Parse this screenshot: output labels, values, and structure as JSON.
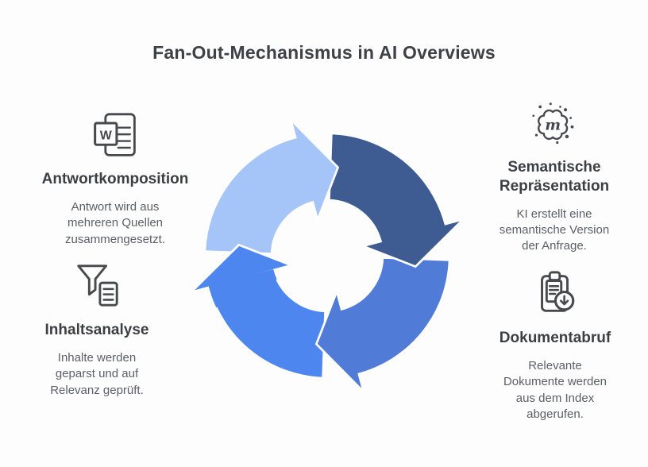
{
  "title": "Fan-Out-Mechanismus in AI Overviews",
  "background": "#fdfdfd",
  "text_colors": {
    "title": "#3e4247",
    "heading": "#3c4043",
    "body": "#5b6067",
    "icon_stroke": "#47494d"
  },
  "cycle": {
    "type": "cycle-diagram",
    "direction": "clockwise",
    "stroke": "#ffffff",
    "segments": {
      "top_left": "#a5c4f8",
      "top_right": "#3e5c91",
      "bottom_right": "#507cd8",
      "bottom_left": "#4e86f0"
    }
  },
  "icons": {
    "word_letter": "W",
    "semantic_letter": "m"
  },
  "sections": [
    {
      "icon": "word-document-icon",
      "heading": "Antwortkomposition",
      "body": "Antwort wird aus\nmehreren Quellen\nzusammengesetzt."
    },
    {
      "icon": "semantic-blob-icon",
      "heading": "Semantische\nRepräsentation",
      "body": "KI erstellt eine\nsemantische Version\nder Anfrage."
    },
    {
      "icon": "funnel-document-icon",
      "heading": "Inhaltsanalyse",
      "body": "Inhalte werden\ngeparst und auf\nRelevanz geprüft."
    },
    {
      "icon": "clipboard-download-icon",
      "heading": "Dokumentabruf",
      "body": "Relevante\nDokumente werden\naus dem Index\nabgerufen."
    }
  ]
}
